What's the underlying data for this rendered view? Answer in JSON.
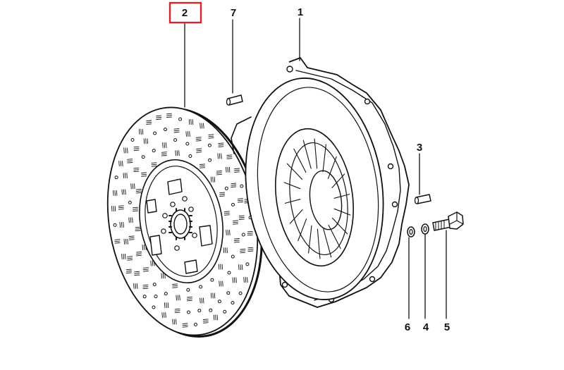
{
  "diagram": {
    "colors": {
      "ink": "#111111",
      "highlight": "#d8232a",
      "background": "#ffffff"
    },
    "callouts": [
      {
        "id": "c2",
        "label": "2",
        "highlighted": true
      },
      {
        "id": "c7",
        "label": "7",
        "highlighted": false
      },
      {
        "id": "c1",
        "label": "1",
        "highlighted": false
      },
      {
        "id": "c3",
        "label": "3",
        "highlighted": false
      },
      {
        "id": "c6",
        "label": "6",
        "highlighted": false
      },
      {
        "id": "c4",
        "label": "4",
        "highlighted": false
      },
      {
        "id": "c5",
        "label": "5",
        "highlighted": false
      }
    ],
    "parts": [
      {
        "callout": "1",
        "name": "pressure-plate-cover"
      },
      {
        "callout": "2",
        "name": "clutch-disc"
      },
      {
        "callout": "3",
        "name": "dowel-pin"
      },
      {
        "callout": "4",
        "name": "lock-washer"
      },
      {
        "callout": "5",
        "name": "hex-bolt"
      },
      {
        "callout": "6",
        "name": "flat-washer"
      },
      {
        "callout": "7",
        "name": "dowel-pin"
      }
    ]
  }
}
